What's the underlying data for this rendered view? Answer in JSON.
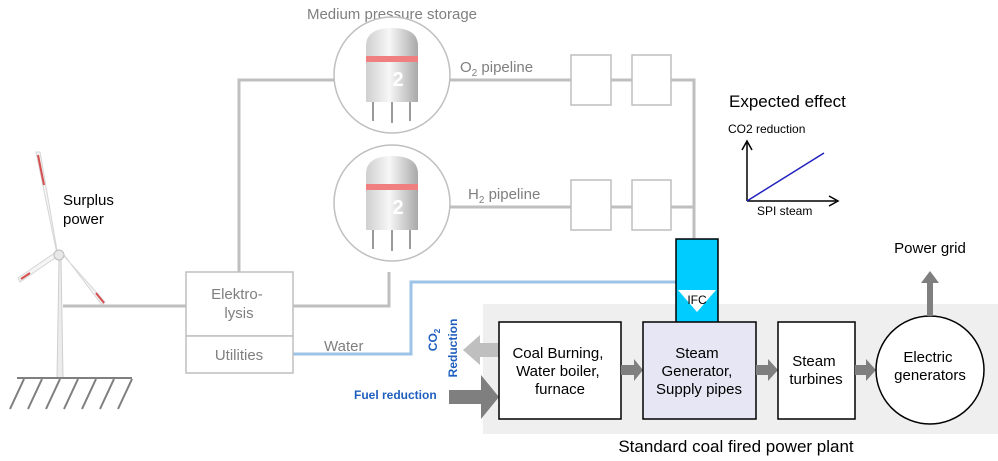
{
  "diagram": {
    "storage_title": "Medium pressure storage",
    "tank_o2_digit": "2",
    "tank_h2_digit": "2",
    "o2_pipeline": {
      "base": "O",
      "sub": "2",
      "suffix": " pipeline"
    },
    "h2_pipeline": {
      "base": "H",
      "sub": "2",
      "suffix": " pipeline"
    },
    "surplus_power": [
      "Surplus",
      "power"
    ],
    "elektrolysis": [
      "Elektro-",
      "lysis"
    ],
    "utilities": "Utilities",
    "water": "Water",
    "ifc": "IFC",
    "co2_reduction": {
      "base": "CO",
      "sub": "2",
      "line2": "Reduction"
    },
    "fuel_reduction": "Fuel reduction",
    "coal_burning": [
      "Coal Burning,",
      "Water boiler,",
      "furnace"
    ],
    "steam_generator": [
      "Steam",
      "Generator,",
      "Supply pipes"
    ],
    "steam_turbines": [
      "Steam",
      "turbines"
    ],
    "electric_generators": [
      "Electric",
      "generators"
    ],
    "power_grid": "Power grid",
    "plant_label": "Standard coal fired power plant",
    "expected_effect": {
      "title": "Expected effect",
      "y_label": "CO2 reduction",
      "x_label": "SPI steam"
    },
    "colors": {
      "pipe_grey": "#bfbfbf",
      "water_blue": "#9dc3e6",
      "ifc_cyan": "#00ccff",
      "plant_bg": "#efefef",
      "steam_gen_fill": "#e6e6f5",
      "text_blue": "#1f5fbf",
      "effect_line": "#2020c0"
    }
  }
}
